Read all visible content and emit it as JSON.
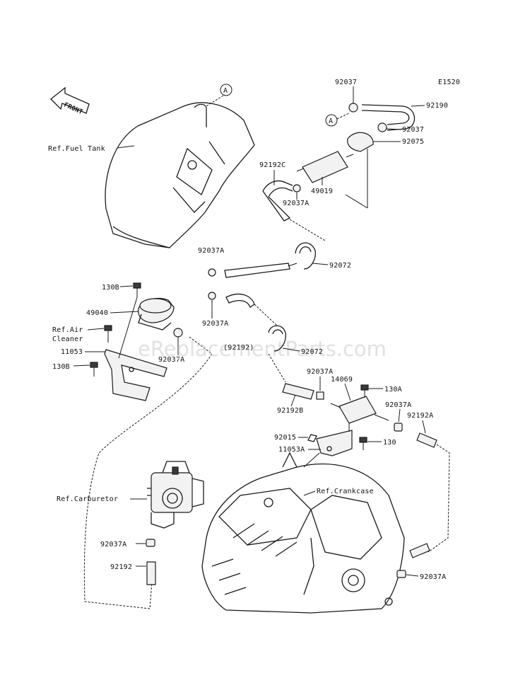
{
  "diagram": {
    "code": "E1520",
    "watermark": "eReplacementParts.com",
    "front_label": "FRONT",
    "callout_letter": "A",
    "references": {
      "fuel_tank": "Ref.Fuel Tank",
      "air_cleaner_line1": "Ref.Air",
      "air_cleaner_line2": "Cleaner",
      "carburetor": "Ref.Carburetor",
      "crankcase": "Ref.Crankcase"
    },
    "parts": {
      "p92037_top": "92037",
      "p92190": "92190",
      "p92037_mid": "92037",
      "p92075": "92075",
      "p92192c": "92192C",
      "p49019": "49019",
      "p92037a_filter": "92037A",
      "p92037a_clip": "92037A",
      "p92072_top": "92072",
      "p130b_top": "130B",
      "p49040": "49040",
      "p92037a_pump": "92037A",
      "p11053": "11053",
      "p92037a_low": "92037A",
      "p130b_low": "130B",
      "p92192_paren": "(92192)",
      "p92072_mid": "92072",
      "p92037a_right": "92037A",
      "p14069": "14069",
      "p130a": "130A",
      "p92192b": "92192B",
      "p92037a_far": "92037A",
      "p92192a": "92192A",
      "p92015": "92015",
      "p130": "130",
      "p11053a": "11053A",
      "p92037a_carb": "92037A",
      "p92192": "92192",
      "p92037a_bottom": "92037A"
    }
  }
}
